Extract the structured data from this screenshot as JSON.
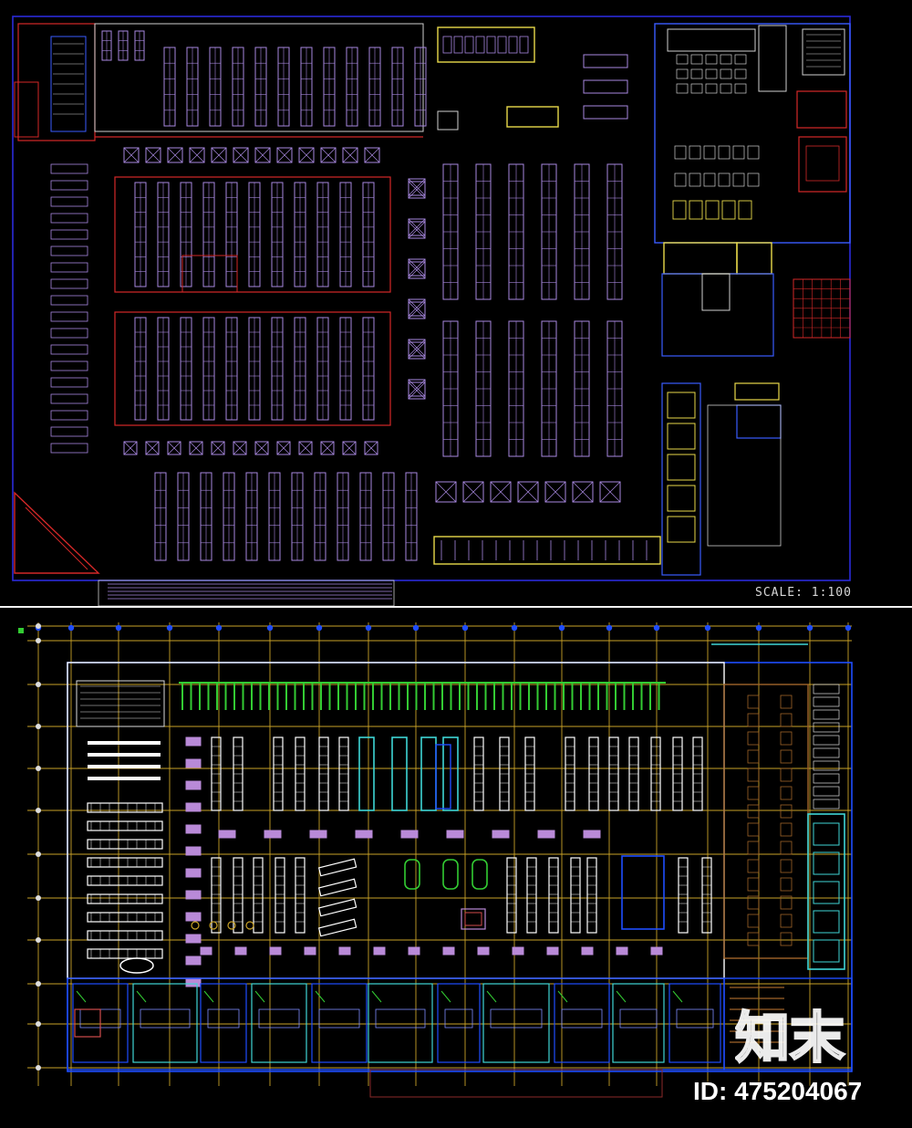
{
  "top_plan": {
    "scale_label": "SCALE:  1:100",
    "colors": {
      "border": "#2b2bd9",
      "shelf": "#a888e0",
      "red": "#d42828",
      "yellow": "#e8d94a",
      "white": "#cfcfcf",
      "blue": "#3a5cff"
    }
  },
  "bottom_plan": {
    "colors": {
      "grid": "#c9a227",
      "shelf_white": "#ffffff",
      "shelf_purple": "#b98ad8",
      "green": "#33cc33",
      "cyan": "#3fd6d6",
      "blue": "#1f4dff",
      "brown": "#a0642a"
    }
  },
  "watermark": {
    "logo_text": "知末",
    "id_label": "ID: 475204067"
  }
}
